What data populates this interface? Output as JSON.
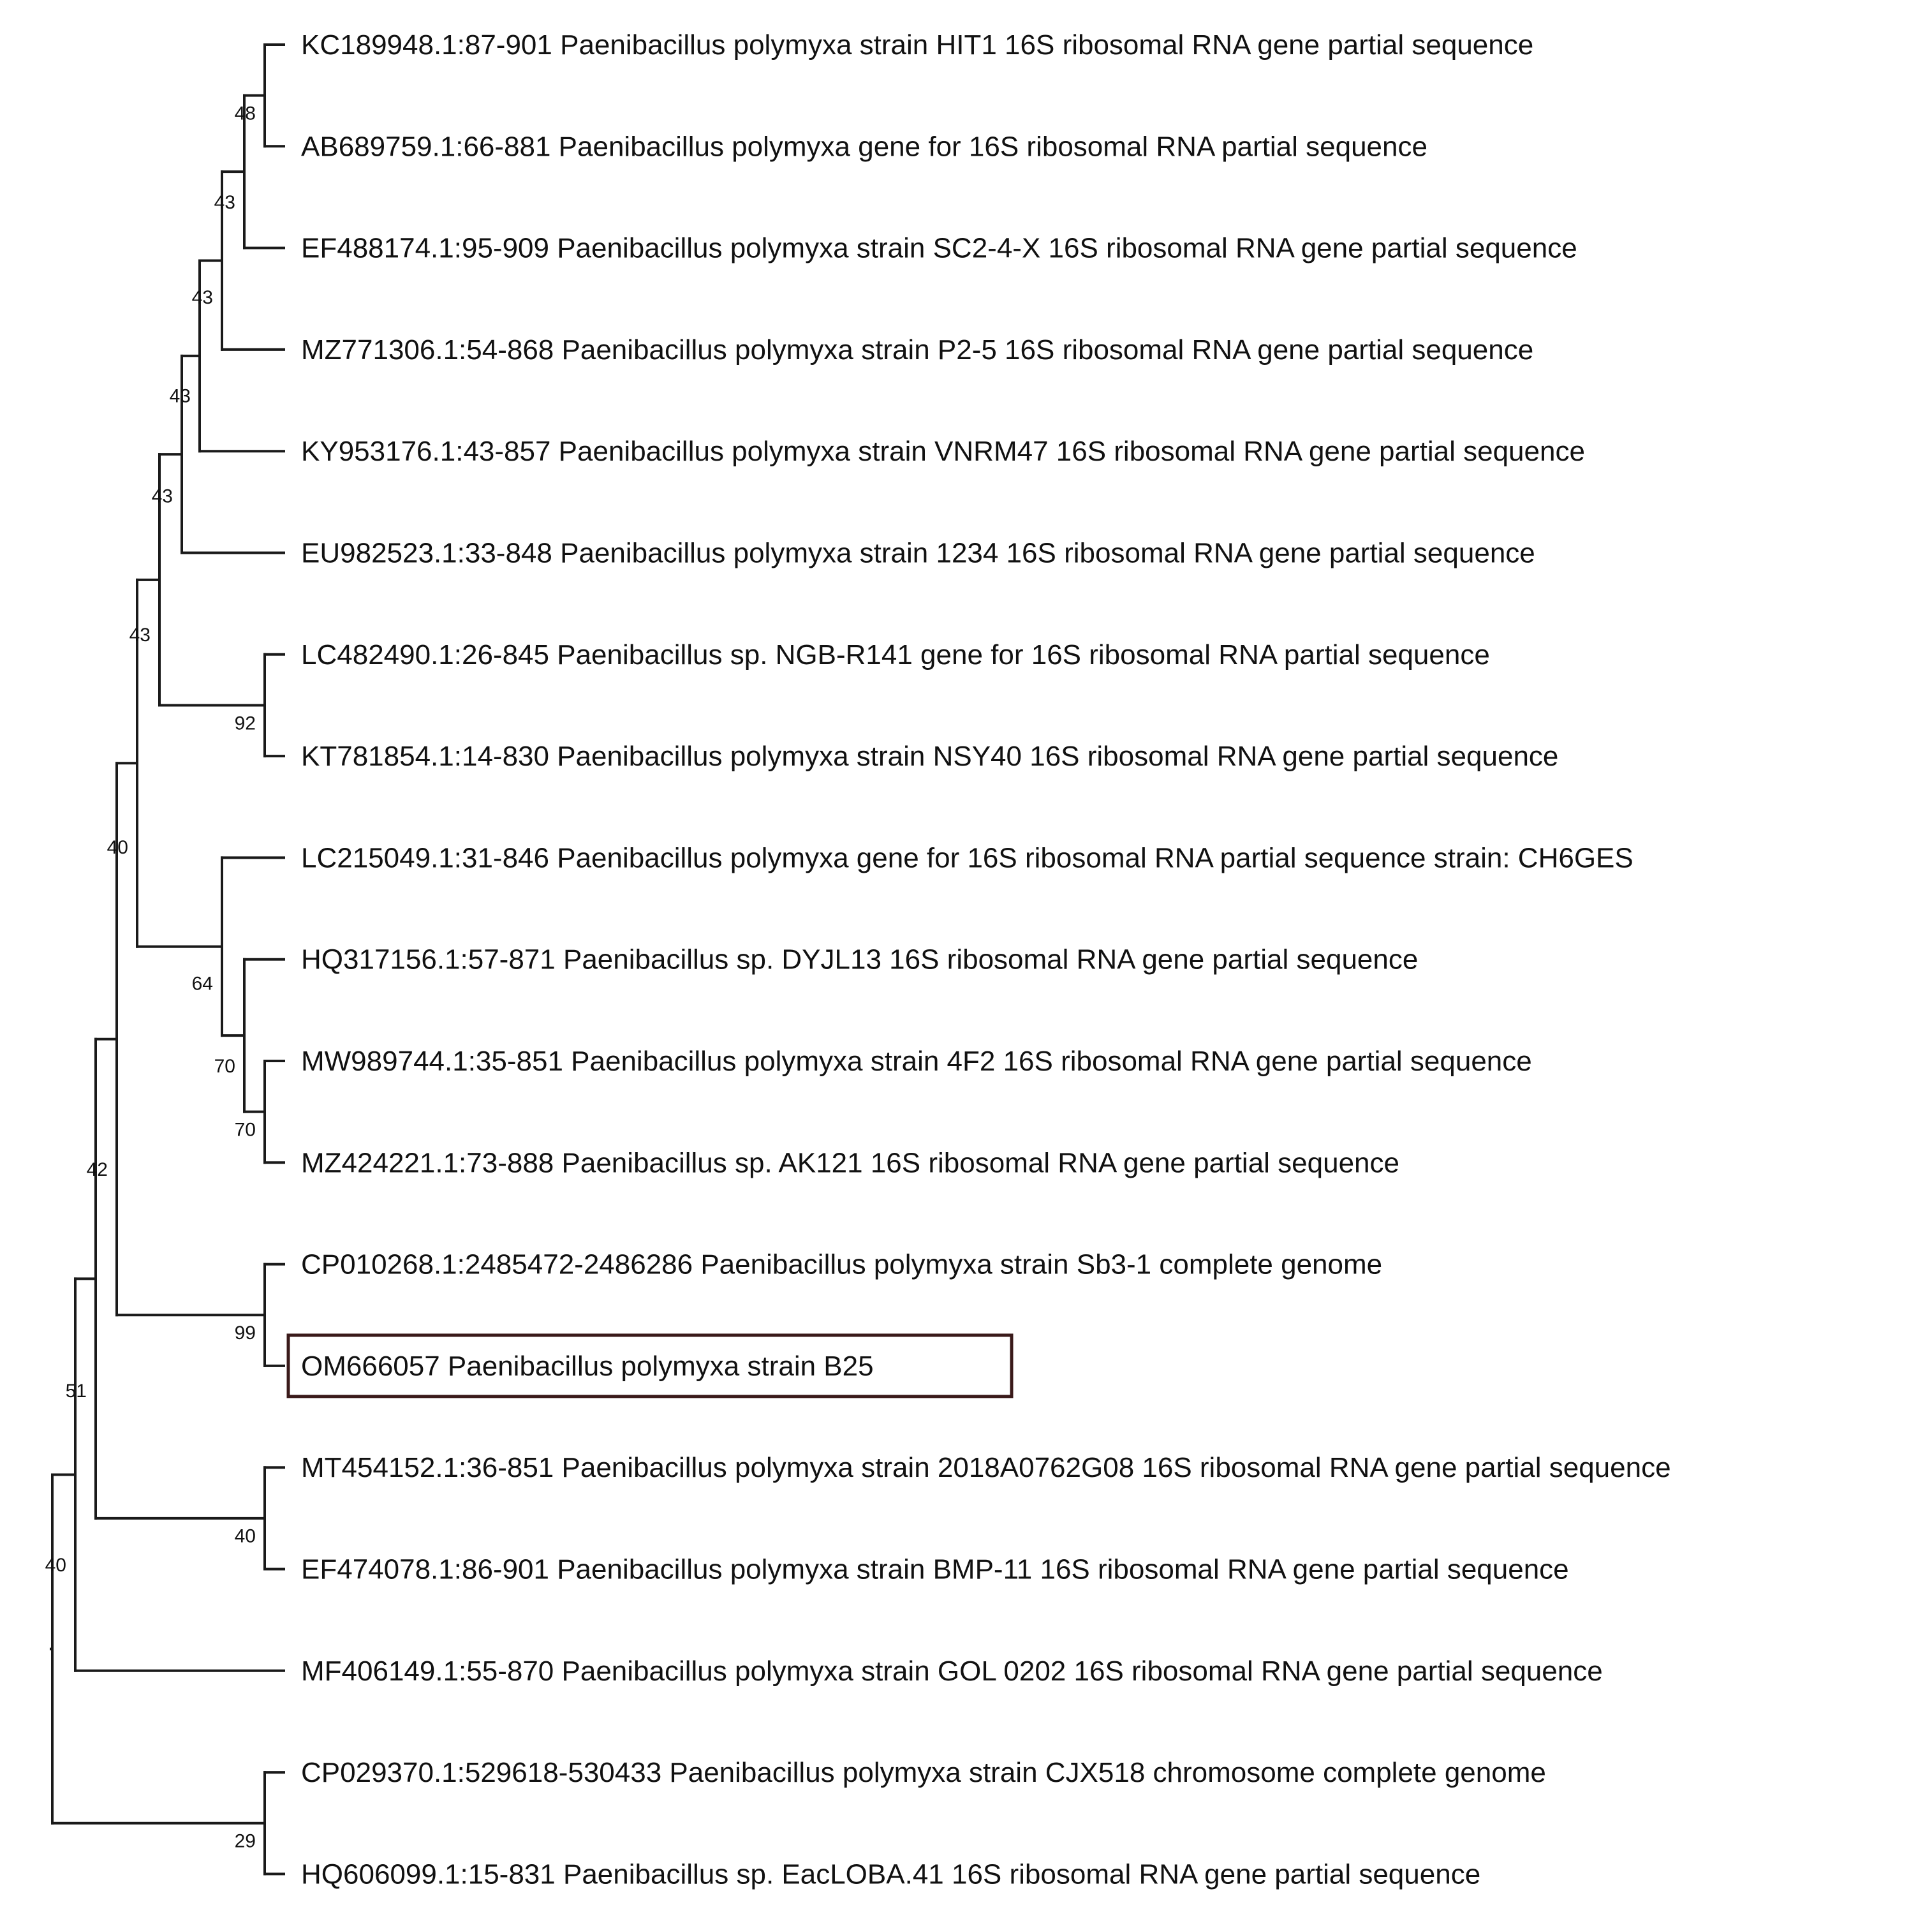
{
  "tree": {
    "highlight_color": "#3a1a1a",
    "nodes": {
      "n_root": {
        "children": [
          "n40a",
          "n29"
        ]
      },
      "n40a": {
        "label": "40",
        "children": [
          "n51",
          "leaf_mf406149"
        ]
      },
      "n51": {
        "label": "51",
        "children": [
          "n42",
          "n40b"
        ]
      },
      "n42": {
        "label": "42",
        "children": [
          "n40c",
          "n99"
        ]
      },
      "n40c": {
        "label": "40",
        "children": [
          "n43a",
          "n64"
        ]
      },
      "n43a": {
        "label": "43",
        "children": [
          "n43b",
          "n92"
        ]
      },
      "n43b": {
        "label": "43",
        "children": [
          "n43c",
          "leaf_eu982523"
        ]
      },
      "n43c": {
        "label": "43",
        "children": [
          "n43d",
          "leaf_ky953176"
        ]
      },
      "n43d": {
        "label": "43",
        "children": [
          "n43e",
          "leaf_mz771306"
        ]
      },
      "n43e": {
        "label": "43",
        "children": [
          "n48",
          "leaf_ef488174"
        ]
      },
      "n48": {
        "label": "48",
        "children": [
          "leaf_kc189948",
          "leaf_ab689759"
        ]
      },
      "n92": {
        "label": "92",
        "children": [
          "leaf_lc482490",
          "leaf_kt781854"
        ]
      },
      "n64": {
        "label": "64",
        "children": [
          "leaf_lc215049",
          "n70a"
        ]
      },
      "n70a": {
        "label": "70",
        "children": [
          "leaf_hq317156",
          "n70b"
        ]
      },
      "n70b": {
        "label": "70",
        "children": [
          "leaf_mw989744",
          "leaf_mz424221"
        ]
      },
      "n99": {
        "label": "99",
        "children": [
          "leaf_cp010268",
          "leaf_om666057"
        ]
      },
      "n40b": {
        "label": "40",
        "children": [
          "leaf_mt454152",
          "leaf_ef474078"
        ]
      },
      "n29": {
        "label": "29",
        "children": [
          "leaf_cp029370",
          "leaf_hq606099"
        ]
      }
    },
    "leaves": [
      {
        "id": "leaf_kc189948",
        "label": "KC189948.1:87-901 Paenibacillus polymyxa strain HIT1 16S ribosomal RNA gene partial sequence"
      },
      {
        "id": "leaf_ab689759",
        "label": "AB689759.1:66-881 Paenibacillus polymyxa gene for 16S ribosomal RNA partial sequence"
      },
      {
        "id": "leaf_ef488174",
        "label": "EF488174.1:95-909 Paenibacillus polymyxa strain SC2-4-X 16S ribosomal RNA gene partial sequence"
      },
      {
        "id": "leaf_mz771306",
        "label": "MZ771306.1:54-868 Paenibacillus polymyxa strain P2-5 16S ribosomal RNA gene partial sequence"
      },
      {
        "id": "leaf_ky953176",
        "label": "KY953176.1:43-857 Paenibacillus polymyxa strain VNRM47 16S ribosomal RNA gene partial sequence"
      },
      {
        "id": "leaf_eu982523",
        "label": "EU982523.1:33-848 Paenibacillus polymyxa strain 1234 16S ribosomal RNA gene partial sequence"
      },
      {
        "id": "leaf_lc482490",
        "label": "LC482490.1:26-845 Paenibacillus sp. NGB-R141 gene for 16S ribosomal RNA partial sequence"
      },
      {
        "id": "leaf_kt781854",
        "label": "KT781854.1:14-830 Paenibacillus polymyxa strain NSY40 16S ribosomal RNA gene partial sequence"
      },
      {
        "id": "leaf_lc215049",
        "label": "LC215049.1:31-846 Paenibacillus polymyxa gene for 16S ribosomal RNA partial sequence strain: CH6GES"
      },
      {
        "id": "leaf_hq317156",
        "label": "HQ317156.1:57-871 Paenibacillus sp. DYJL13 16S ribosomal RNA gene partial sequence"
      },
      {
        "id": "leaf_mw989744",
        "label": "MW989744.1:35-851 Paenibacillus polymyxa strain 4F2 16S ribosomal RNA gene partial sequence"
      },
      {
        "id": "leaf_mz424221",
        "label": "MZ424221.1:73-888 Paenibacillus sp. AK121 16S ribosomal RNA gene partial sequence"
      },
      {
        "id": "leaf_cp010268",
        "label": "CP010268.1:2485472-2486286 Paenibacillus polymyxa strain Sb3-1 complete genome"
      },
      {
        "id": "leaf_om666057",
        "label": "OM666057 Paenibacillus polymyxa strain B25",
        "highlighted": true
      },
      {
        "id": "leaf_mt454152",
        "label": "MT454152.1:36-851 Paenibacillus polymyxa strain 2018A0762G08 16S ribosomal RNA gene partial sequence"
      },
      {
        "id": "leaf_ef474078",
        "label": "EF474078.1:86-901 Paenibacillus polymyxa strain BMP-11 16S ribosomal RNA gene partial sequence"
      },
      {
        "id": "leaf_mf406149",
        "label": "MF406149.1:55-870 Paenibacillus polymyxa strain GOL 0202 16S ribosomal RNA gene partial sequence"
      },
      {
        "id": "leaf_cp029370",
        "label": "CP029370.1:529618-530433 Paenibacillus polymyxa strain CJX518 chromosome complete genome"
      },
      {
        "id": "leaf_hq606099",
        "label": "HQ606099.1:15-831 Paenibacillus sp. EacLOBA.41 16S ribosomal RNA gene partial sequence"
      }
    ]
  }
}
